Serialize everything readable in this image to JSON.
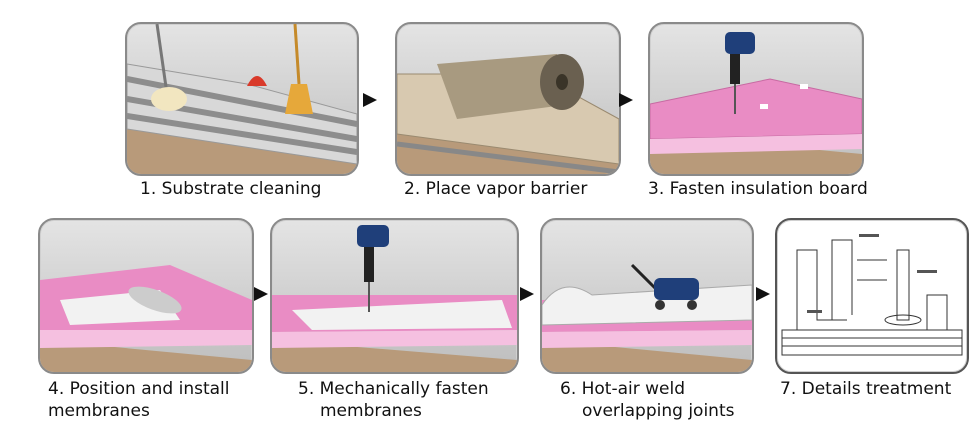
{
  "steps": [
    {
      "caption": "1. Substrate cleaning"
    },
    {
      "caption": "2. Place vapor barrier"
    },
    {
      "caption": "3. Fasten insulation board"
    },
    {
      "caption_line1": "4. Position and install",
      "caption_line2": "membranes"
    },
    {
      "caption_line1": "5. Mechanically fasten",
      "caption_line2": "membranes"
    },
    {
      "caption_line1": "6. Hot-air weld",
      "caption_line2": "overlapping joints"
    },
    {
      "caption": "7. Details treatment"
    }
  ],
  "colors": {
    "insulation": "#e98cc4",
    "deck": "#c8c8c8",
    "membrane": "#f2f2f2",
    "tool": "#1f3f7a"
  },
  "icons": [
    "arrow-right-icon"
  ]
}
